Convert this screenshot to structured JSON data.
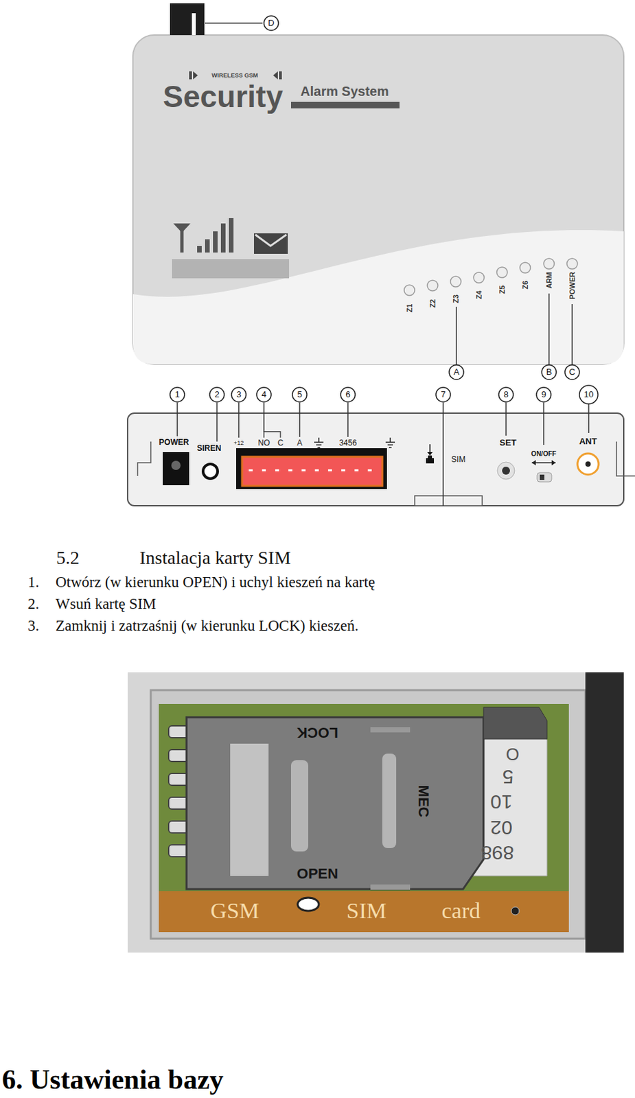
{
  "diagram": {
    "labels": [
      "WIRELESS GSM",
      "Security",
      "Alarm System",
      "Z1",
      "Z2",
      "Z3",
      "Z4",
      "Z5",
      "Z6",
      "ARM",
      "POWER",
      "A",
      "B",
      "C",
      "D",
      "1",
      "2",
      "3",
      "4",
      "5",
      "6",
      "7",
      "8",
      "9",
      "10",
      "POWER",
      "SIREN",
      "+12",
      "NO",
      "C",
      "A",
      "3456",
      "SIM",
      "SET",
      "ON/OFF",
      "ANT",
      "LOCK",
      "OPEN",
      "MEC",
      "898",
      "02",
      "10",
      "5",
      "O",
      "GSM",
      "SIM",
      "card",
      "5.2",
      "Instalacja karty SIM",
      "1.",
      "Otwórz (w kierunku OPEN) i uchyl kieszeń na kartę",
      "2.",
      "Wsuń kartę SIM",
      "3.",
      "Zamknij i zatrzaśnij (w kierunku LOCK) kieszeń.",
      "6. Ustawienia bazy"
    ]
  }
}
